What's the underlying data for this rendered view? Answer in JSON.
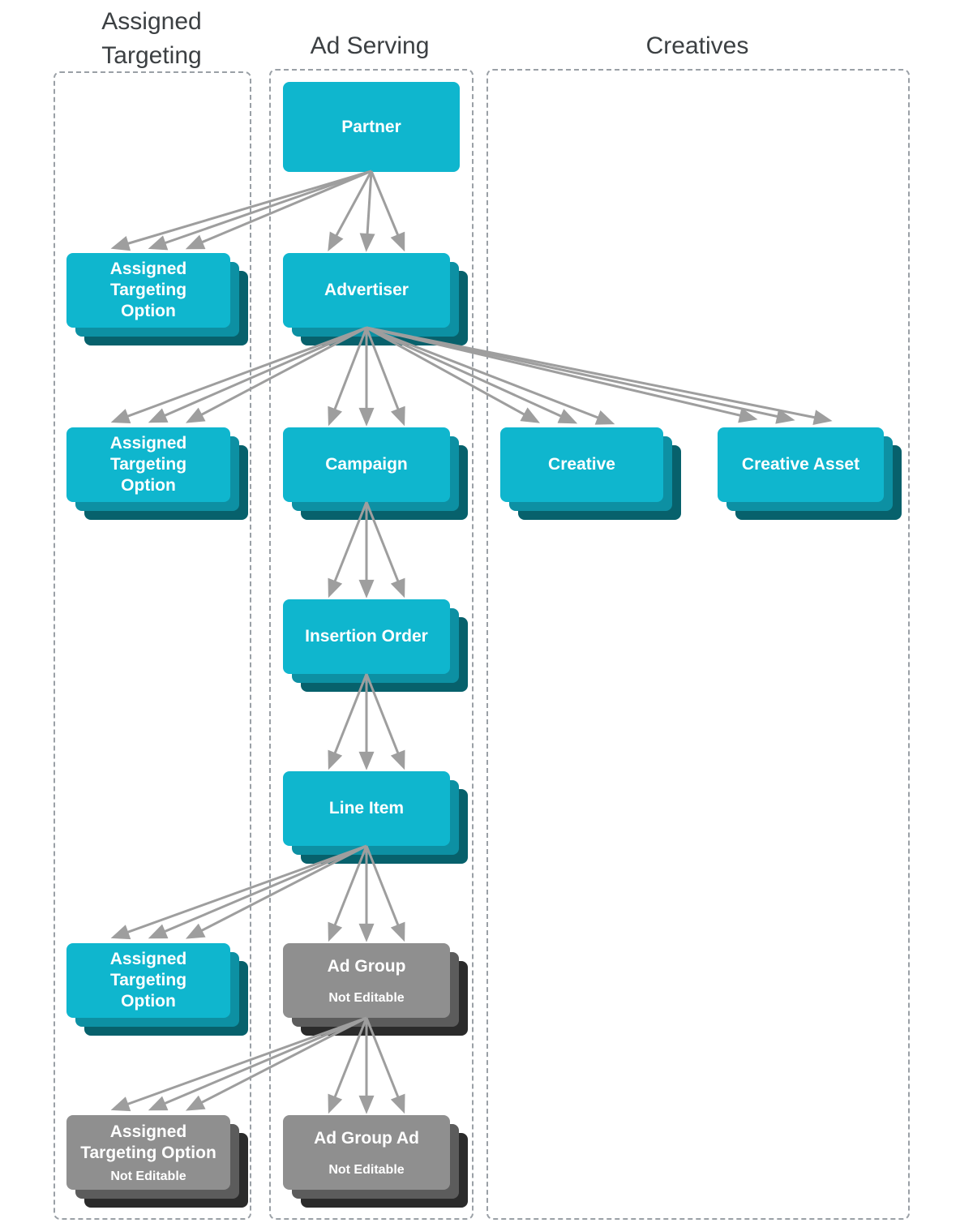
{
  "column_titles": {
    "assigned_targeting": "Assigned\nTargeting",
    "ad_serving": "Ad Serving",
    "creatives": "Creatives"
  },
  "nodes": {
    "partner": {
      "label": "Partner",
      "type": "editable"
    },
    "ato_partner": {
      "label": "Assigned\nTargeting\nOption",
      "type": "editable"
    },
    "advertiser": {
      "label": "Advertiser",
      "type": "editable"
    },
    "ato_advertiser": {
      "label": "Assigned\nTargeting\nOption",
      "type": "editable"
    },
    "campaign": {
      "label": "Campaign",
      "type": "editable"
    },
    "creative": {
      "label": "Creative",
      "type": "editable"
    },
    "creative_asset": {
      "label": "Creative Asset",
      "type": "editable"
    },
    "insertion_order": {
      "label": "Insertion Order",
      "type": "editable"
    },
    "line_item": {
      "label": "Line Item",
      "type": "editable"
    },
    "ato_line_item": {
      "label": "Assigned\nTargeting\nOption",
      "type": "editable"
    },
    "ad_group": {
      "label": "Ad Group",
      "sublabel": "Not Editable",
      "type": "not_editable"
    },
    "ato_ad_group": {
      "label": "Assigned\nTargeting Option",
      "sublabel": "Not Editable",
      "type": "not_editable"
    },
    "ad_group_ad": {
      "label": "Ad Group Ad",
      "sublabel": "Not Editable",
      "type": "not_editable"
    }
  },
  "edges": [
    {
      "from": "partner",
      "to": "ato_partner"
    },
    {
      "from": "partner",
      "to": "advertiser"
    },
    {
      "from": "advertiser",
      "to": "ato_advertiser"
    },
    {
      "from": "advertiser",
      "to": "campaign"
    },
    {
      "from": "advertiser",
      "to": "creative"
    },
    {
      "from": "advertiser",
      "to": "creative_asset"
    },
    {
      "from": "campaign",
      "to": "insertion_order"
    },
    {
      "from": "insertion_order",
      "to": "line_item"
    },
    {
      "from": "line_item",
      "to": "ato_line_item"
    },
    {
      "from": "line_item",
      "to": "ad_group"
    },
    {
      "from": "ad_group",
      "to": "ato_ad_group"
    },
    {
      "from": "ad_group",
      "to": "ad_group_ad"
    }
  ],
  "colors": {
    "node_teal": "#0fb6ce",
    "node_teal_shadow": "#0d90a3",
    "node_teal_shadow_dark": "#07616c",
    "node_gray": "#8f8f8f",
    "node_gray_shadow": "#5c5c5c",
    "node_gray_shadow_dark": "#2b2b2b",
    "arrow": "#9e9e9e",
    "panel_border": "#9aa0a6",
    "title_text": "#3c4043",
    "node_text": "#ffffff"
  }
}
